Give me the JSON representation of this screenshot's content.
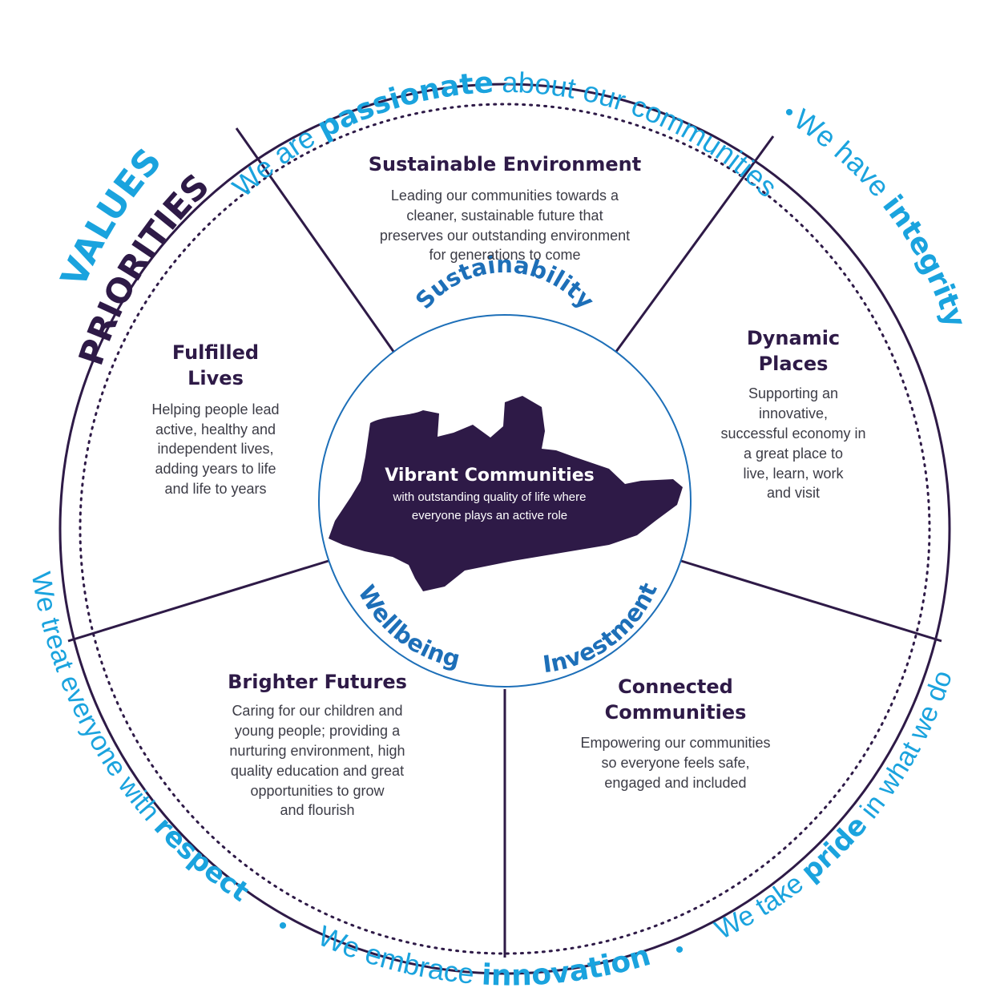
{
  "colors": {
    "purple": "#2e1a47",
    "blue": "#1aa3de",
    "dark_blue": "#1d6fb8",
    "text": "#3c3c46"
  },
  "labels": {
    "values": "VALUES",
    "priorities": "PRIORITIES"
  },
  "values_ring": {
    "top": {
      "pre": "We are ",
      "kw": "passionate",
      "post": " about our communities"
    },
    "right": {
      "pre": "We have ",
      "kw": "integrity",
      "post": ""
    },
    "bottom_right": {
      "pre": "We take ",
      "kw": "pride",
      "post": " in what we do"
    },
    "bottom": {
      "pre": "We embrace ",
      "kw": "innovation",
      "post": ""
    },
    "left": {
      "pre": "We treat everyone with ",
      "kw": "respect",
      "post": ""
    },
    "separator": "•"
  },
  "themes": {
    "sustainability": "Sustainability",
    "wellbeing": "Wellbeing",
    "investment": "Investment"
  },
  "center": {
    "title": "Vibrant Communities",
    "desc_line1": "with outstanding quality of life where",
    "desc_line2": "everyone plays an active role"
  },
  "segments": {
    "sustainable_environment": {
      "title": "Sustainable Environment",
      "lines": [
        "Leading our communities towards a",
        "cleaner, sustainable future that",
        "preserves our outstanding environment",
        "for generations to come"
      ]
    },
    "dynamic_places": {
      "title1": "Dynamic",
      "title2": "Places",
      "lines": [
        "Supporting an",
        "innovative,",
        "successful economy in",
        "a great place to",
        "live, learn, work",
        "and visit"
      ]
    },
    "connected_communities": {
      "title1": "Connected",
      "title2": "Communities",
      "lines": [
        "Empowering our communities",
        "so everyone feels safe,",
        "engaged and included"
      ]
    },
    "brighter_futures": {
      "title": "Brighter Futures",
      "lines": [
        "Caring for our children and",
        "young people; providing a",
        "nurturing environment, high",
        "quality education and great",
        "opportunities to grow",
        "and flourish"
      ]
    },
    "fulfilled_lives": {
      "title1": "Fulfilled",
      "title2": "Lives",
      "lines": [
        "Helping people lead",
        "active, healthy and",
        "independent lives,",
        "adding years to life",
        "and life to years"
      ]
    }
  }
}
